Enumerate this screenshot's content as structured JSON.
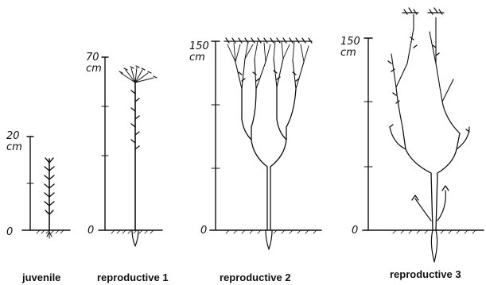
{
  "figure": {
    "plants": [
      {
        "id": "juvenile",
        "label": "juvenile",
        "scale_top": "20",
        "scale_unit": "cm",
        "scale_zero": "0"
      },
      {
        "id": "reproductive-1",
        "label": "reproductive 1",
        "scale_top": "70",
        "scale_unit": "cm",
        "scale_zero": "0"
      },
      {
        "id": "reproductive-2",
        "label": "reproductive 2",
        "scale_top": "150",
        "scale_unit": "cm",
        "scale_zero": "0"
      },
      {
        "id": "reproductive-3",
        "label": "reproductive 3",
        "scale_top": "150",
        "scale_unit": "cm",
        "scale_zero": "0"
      }
    ]
  }
}
